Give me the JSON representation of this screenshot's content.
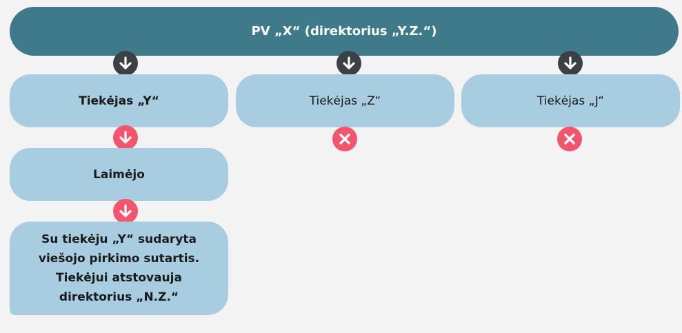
{
  "top": {
    "label": "PV „X“ (direktorius „Y.Z.“)"
  },
  "suppliers": [
    {
      "label": "Tiekėjas „Y“"
    },
    {
      "label": "Tiekėjas „Z“"
    },
    {
      "label": "Tiekėjas „J“"
    }
  ],
  "won": {
    "label": "Laimėjo"
  },
  "contract": {
    "lines": [
      "Su tiekėju „Y“ sudaryta",
      "viešojo pirkimo sutartis.",
      "Tiekėjui atstovauja",
      "direktorius „N.Z.“"
    ]
  },
  "colors": {
    "top_bar": "#3e7a8a",
    "box": "#a9cde0",
    "arrow_dark": "#3b4046",
    "arrow_red": "#f2556d"
  },
  "icons": {
    "down_arrow": "arrow-down-icon",
    "reject": "x-icon"
  }
}
